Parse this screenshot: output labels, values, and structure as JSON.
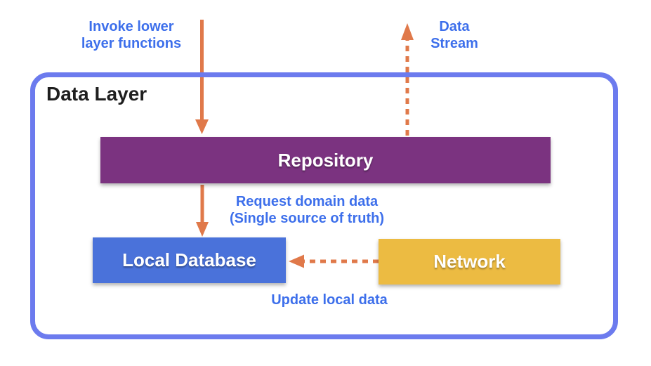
{
  "container": {
    "title": "Data Layer",
    "border_color": "#6C7BEE"
  },
  "nodes": [
    {
      "id": "repository",
      "label": "Repository",
      "fill": "#7B3380"
    },
    {
      "id": "local-database",
      "label": "Local Database",
      "fill": "#4A72DA"
    },
    {
      "id": "network",
      "label": "Network",
      "fill": "#ECBB42"
    }
  ],
  "annotations": {
    "invoke": "Invoke lower\nlayer functions",
    "data_stream": "Data\nStream",
    "request_domain": "Request domain data\n(Single source of truth)",
    "update_local": "Update local data"
  },
  "arrows": [
    {
      "id": "invoke-arrow",
      "style": "solid",
      "direction": "down",
      "from": "ui-layer",
      "to": "repository"
    },
    {
      "id": "data-stream-arrow",
      "style": "dashed",
      "direction": "up",
      "from": "repository",
      "to": "ui-layer"
    },
    {
      "id": "request-arrow",
      "style": "solid",
      "direction": "down",
      "from": "repository",
      "to": "local-database"
    },
    {
      "id": "update-arrow",
      "style": "dashed",
      "direction": "left",
      "from": "network",
      "to": "local-database"
    }
  ],
  "colors": {
    "background": "#FFFFFF",
    "annotation_text": "#3D6FEB",
    "arrow": "#E0794A",
    "container_border": "#6C7BEE",
    "repository_fill": "#7B3380",
    "local_database_fill": "#4A72DA",
    "network_fill": "#ECBB42",
    "node_text": "#FFFFFF",
    "title_text": "#1F1F1F"
  }
}
